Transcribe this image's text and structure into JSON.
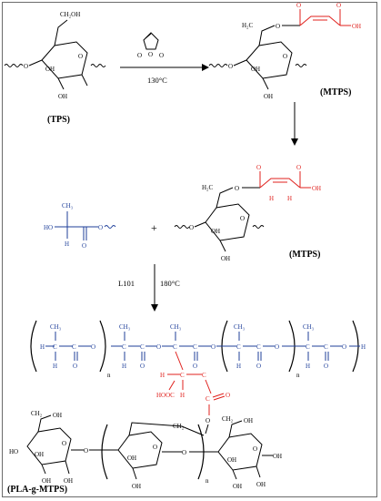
{
  "labels": {
    "tps": "(TPS)",
    "mtps_1": "(MTPS)",
    "mtps_2": "(MTPS)",
    "product": "(PLA-g-MTPS)"
  },
  "conditions": {
    "step1_temp": "130°C",
    "step2_catalyst": "L101",
    "step2_temp": "180°C",
    "plus": "+"
  },
  "atoms": {
    "ch2oh": "CH₂OH",
    "oh": "OH",
    "o": "O",
    "h2c": "H₂C",
    "ch2": "CH₂",
    "ch3": "CH₃",
    "ho": "HO",
    "h": "H",
    "c": "C",
    "hooc": "HOOC",
    "n": "n"
  },
  "colors": {
    "black": "#000000",
    "red": "#e0201c",
    "blue": "#1f3f9a"
  }
}
